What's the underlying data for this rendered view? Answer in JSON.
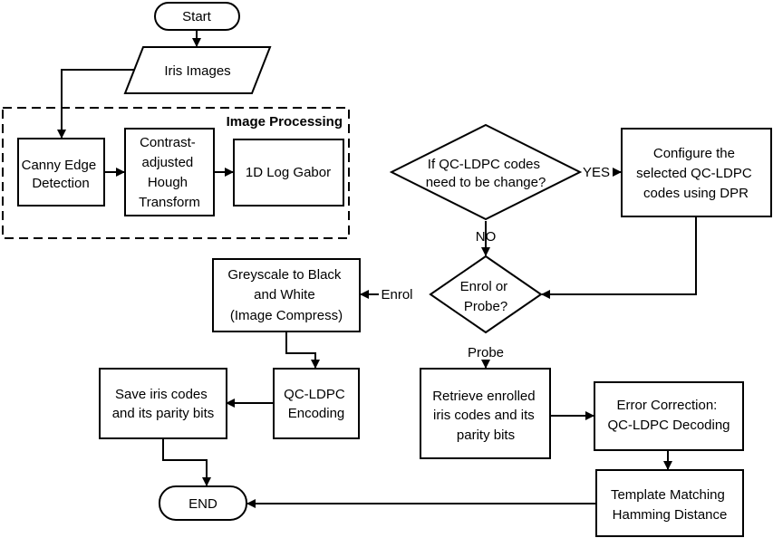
{
  "nodes": {
    "start": "Start",
    "iris_images": "Iris Images",
    "image_processing": "Image Processing",
    "canny": [
      "Canny Edge",
      "Detection"
    ],
    "hough": [
      "Contrast-",
      "adjusted",
      "Hough",
      "Transform"
    ],
    "gabor": "1D Log Gabor",
    "if_change": [
      "If QC-LDPC codes",
      "need to be change?"
    ],
    "configure": [
      "Configure the",
      "selected QC-LDPC",
      "codes using DPR"
    ],
    "enrol_probe": [
      "Enrol or",
      "Probe?"
    ],
    "greyscale": [
      "Greyscale to Black",
      "and White",
      "(Image Compress)"
    ],
    "encoding": [
      "QC-LDPC",
      "Encoding"
    ],
    "save": [
      "Save iris codes",
      "and its parity bits"
    ],
    "retrieve": [
      "Retrieve enrolled",
      "iris codes and its",
      "parity bits"
    ],
    "error_correction": [
      "Error Correction:",
      "QC-LDPC Decoding"
    ],
    "template": [
      "Template Matching",
      "Hamming Distance"
    ],
    "end": "END"
  },
  "edge_labels": {
    "yes": "YES",
    "no": "NO",
    "enrol": "Enrol",
    "probe": "Probe"
  }
}
